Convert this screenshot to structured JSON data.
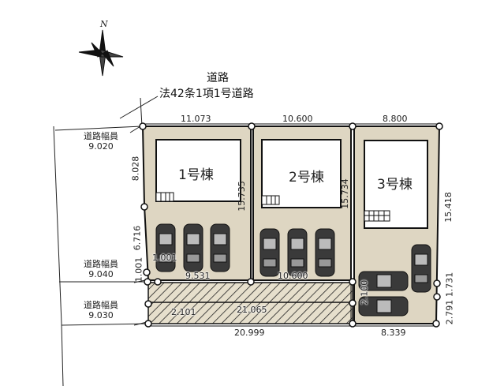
{
  "compass": {
    "label": "N",
    "icon": "north-arrow-icon"
  },
  "road": {
    "title": "道路",
    "designation": "法42条1項1号道路"
  },
  "road_widths": [
    {
      "label": "道路幅員",
      "value": "9.020"
    },
    {
      "label": "道路幅員",
      "value": "9.040"
    },
    {
      "label": "道路幅員",
      "value": "9.030"
    }
  ],
  "buildings": [
    {
      "label": "1号棟"
    },
    {
      "label": "2号棟"
    },
    {
      "label": "3号棟"
    }
  ],
  "dimensions": {
    "top_lot1": "11.073",
    "top_lot2": "10.600",
    "top_lot3": "8.800",
    "left_upper": "8.028",
    "left_lower": "6.716",
    "left_corner": "1.001",
    "corner_inner": "1.001",
    "lot1_lot2_boundary": "15.735",
    "lot2_lot3_boundary": "15.734",
    "right_edge": "15.418",
    "lot1_front": "9.531",
    "lot2_front": "10.600",
    "lot3_parking": "2.100",
    "right_lower": "2.791",
    "right_lower2": "1.731",
    "private_road_width": "2.101",
    "private_road_length": "21.065",
    "bottom_total": "20.999",
    "lot3_bottom": "8.339"
  },
  "colors": {
    "lot_fill": "#ded6c2",
    "line": "#111111",
    "building_fill": "#ffffff",
    "car_body": "#3a3a3a"
  }
}
